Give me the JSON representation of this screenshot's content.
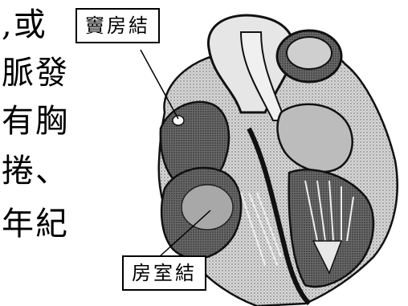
{
  "text_lines": [
    ",或",
    "脈發",
    "有胸",
    "捲、",
    "年紀"
  ],
  "labels": {
    "sinoatrial_node": "竇房結",
    "atrioventricular_node": "房室結"
  }
}
